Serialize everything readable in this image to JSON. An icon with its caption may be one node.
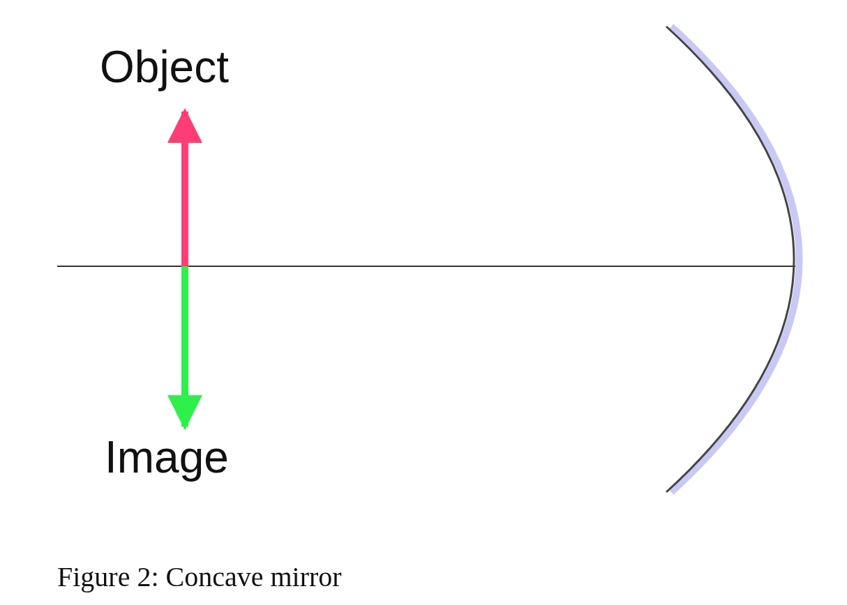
{
  "diagram": {
    "caption": "Figure 2: Concave mirror",
    "labels": [
      "Object",
      "Image"
    ]
  }
}
